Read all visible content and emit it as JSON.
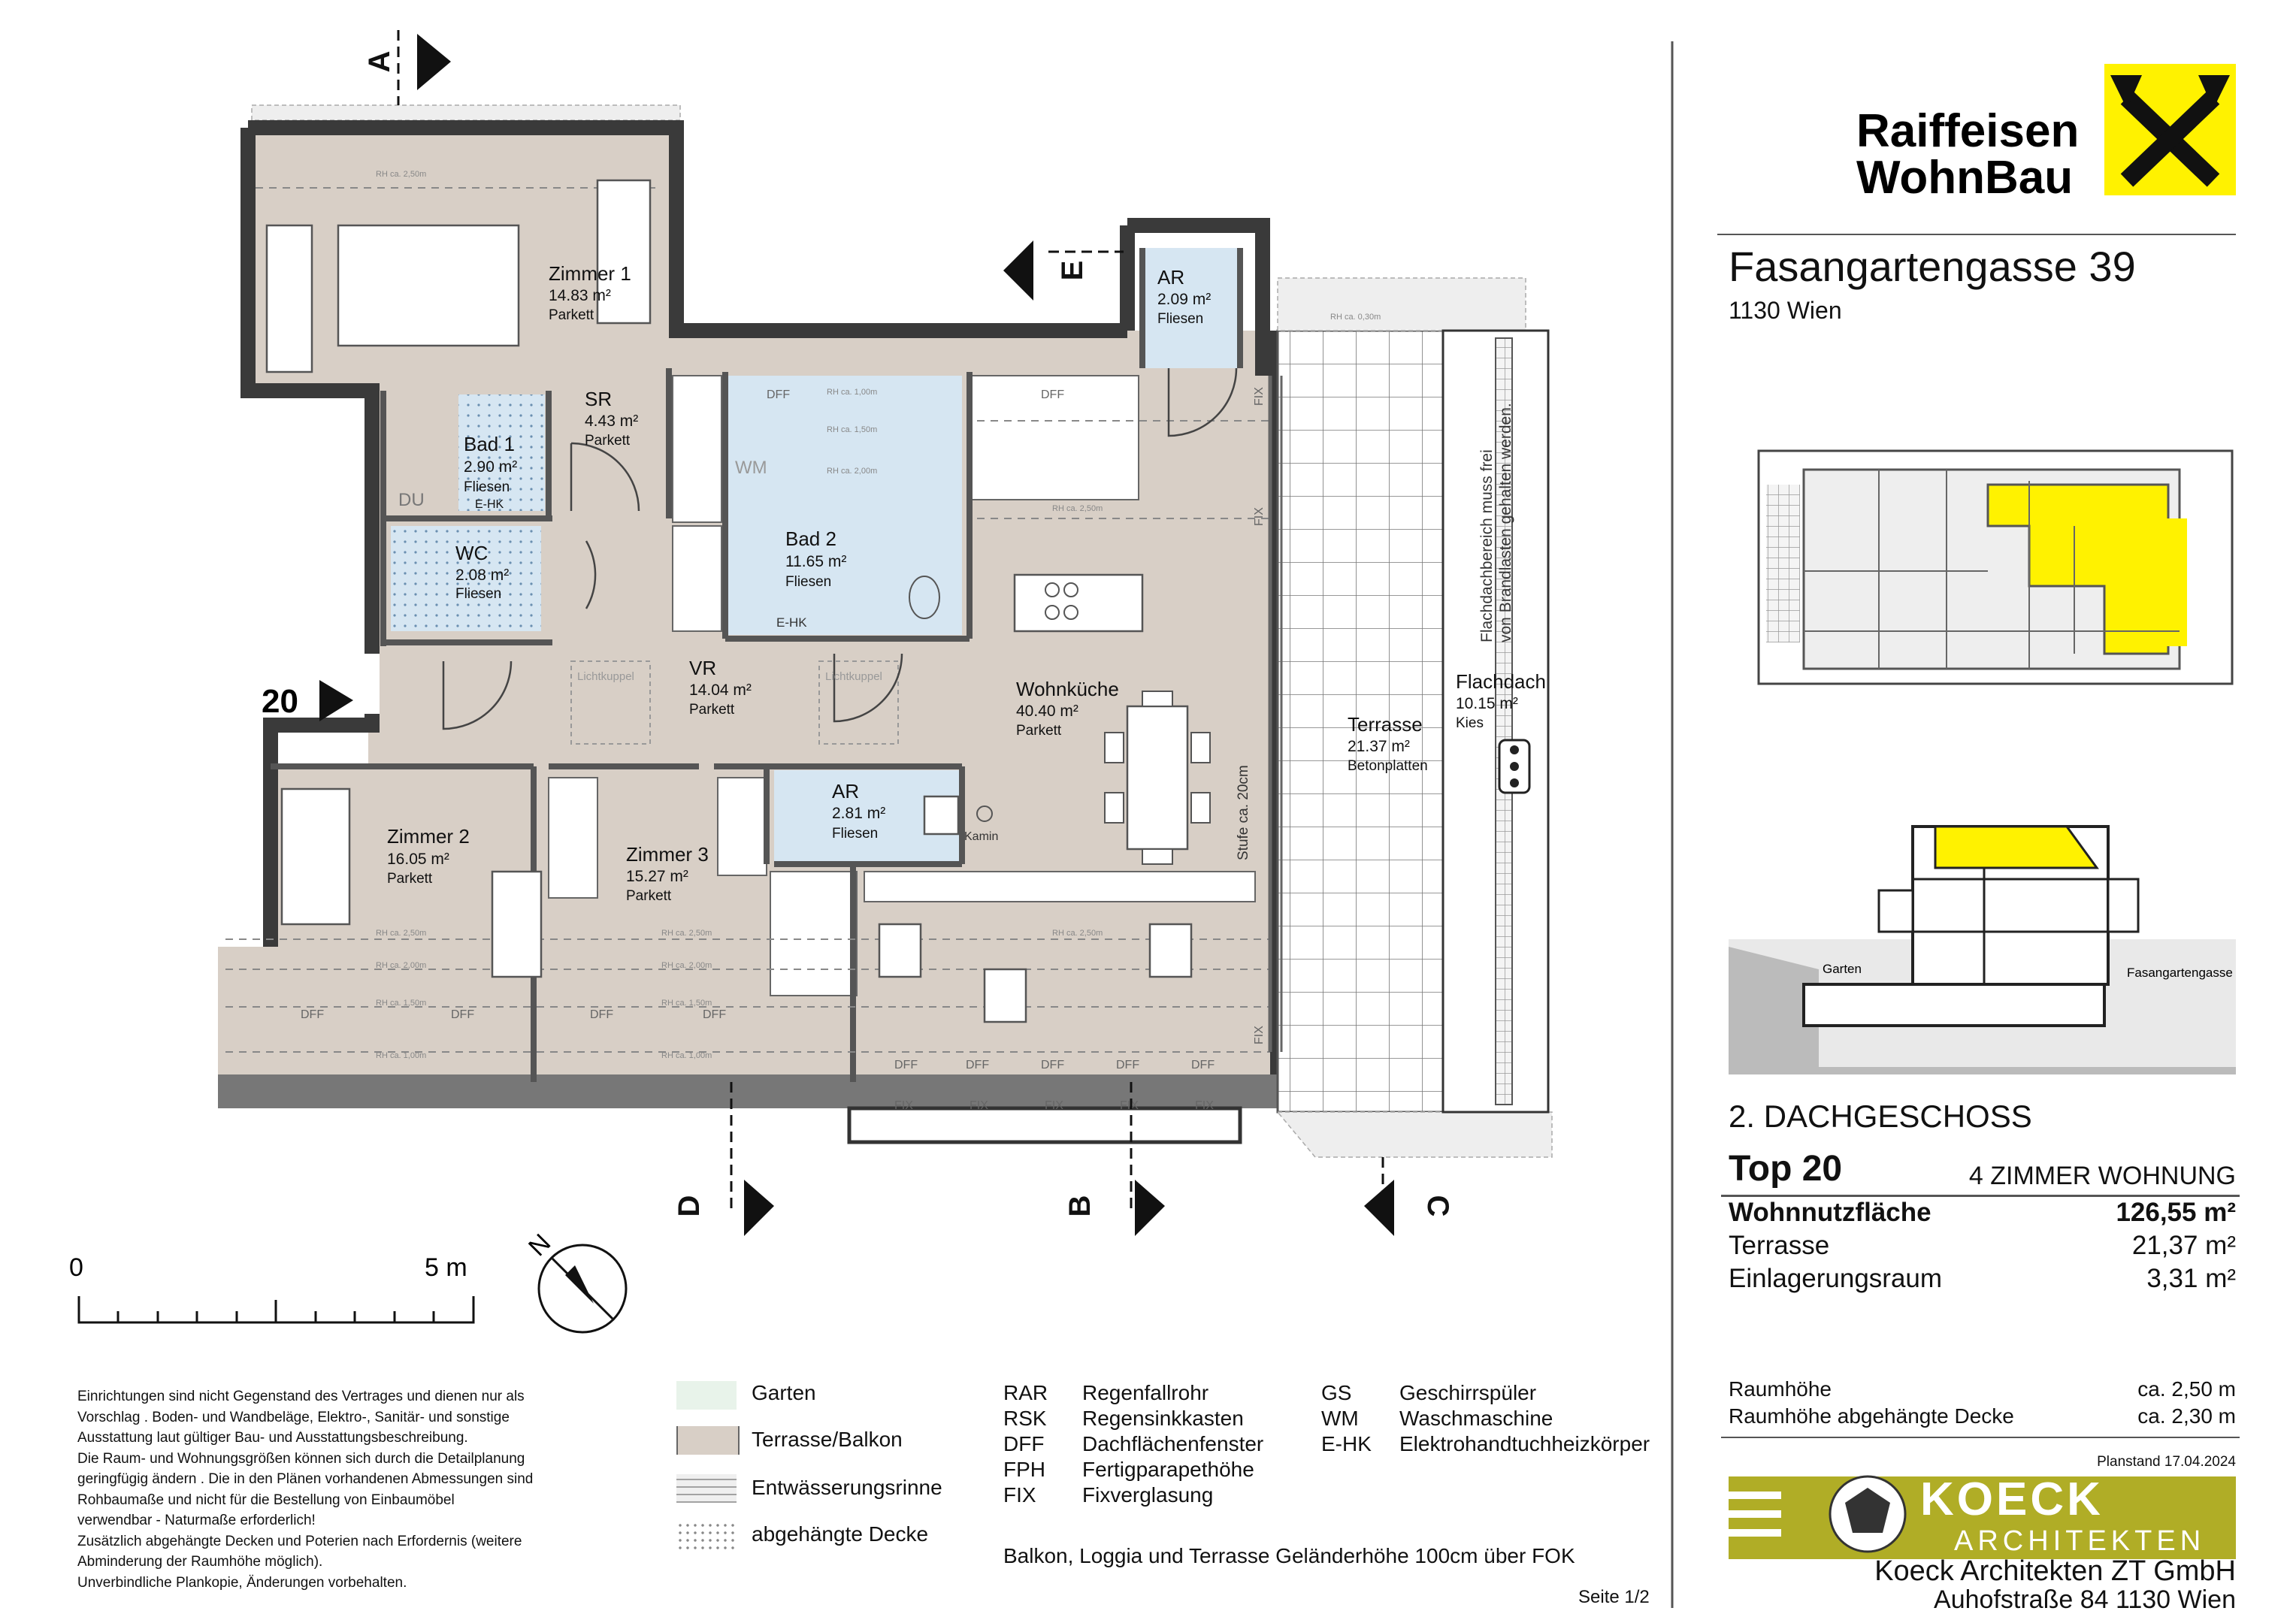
{
  "brand": {
    "name_line1": "Raiffeisen",
    "name_line2": "WohnBau",
    "accent": "#fff200"
  },
  "project": {
    "street": "Fasangartengasse 39",
    "city": "1130 Wien"
  },
  "level": "2. DACHGESCHOSS",
  "unit": {
    "top": "Top 20",
    "type": "4 ZIMMER WOHNUNG"
  },
  "areas": [
    {
      "label": "Wohnnutzfläche",
      "value": "126,55 m²",
      "bold": true
    },
    {
      "label": "Terrasse",
      "value": "21,37 m²"
    },
    {
      "label": "Einlagerungsraum",
      "value": "3,31 m²"
    }
  ],
  "heights": [
    {
      "label": "Raumhöhe",
      "value": "ca. 2,50 m"
    },
    {
      "label": "Raumhöhe abgehängte Decke",
      "value": "ca. 2,30 m"
    }
  ],
  "planstand": "Planstand 17.04.2024",
  "architect": {
    "logo": "KOECK",
    "sub": "ARCHITEKTEN",
    "name": "Koeck Architekten ZT GmbH",
    "address": "Auhofstraße 84 1130 Wien"
  },
  "page": "Seite 1/2",
  "section_labels": {
    "garten": "Garten",
    "street": "Fasangartengasse"
  },
  "rooms": [
    {
      "name": "Zimmer 1",
      "area": "14.83 m²",
      "floor": "Parkett"
    },
    {
      "name": "SR",
      "area": "4.43 m²",
      "floor": "Parkett"
    },
    {
      "name": "Bad 1",
      "area": "2.90 m²",
      "floor": "Fliesen",
      "extra": "E-HK"
    },
    {
      "name": "WC",
      "area": "2.08 m²",
      "floor": "Fliesen"
    },
    {
      "name": "Bad 2",
      "area": "11.65 m²",
      "floor": "Fliesen"
    },
    {
      "name": "AR",
      "area": "2.09 m²",
      "floor": "Fliesen"
    },
    {
      "name": "VR",
      "area": "14.04 m²",
      "floor": "Parkett"
    },
    {
      "name": "Wohnküche",
      "area": "40.40 m²",
      "floor": "Parkett"
    },
    {
      "name": "Zimmer 2",
      "area": "16.05 m²",
      "floor": "Parkett"
    },
    {
      "name": "Zimmer 3",
      "area": "15.27 m²",
      "floor": "Parkett"
    },
    {
      "name": "AR",
      "area": "2.81 m²",
      "floor": "Fliesen"
    },
    {
      "name": "Terrasse",
      "area": "21.37 m²",
      "floor": "Betonplatten"
    },
    {
      "name": "Flachdach",
      "area": "10.15 m²",
      "floor": "Kies"
    }
  ],
  "plan_text": {
    "flachdach_note_1": "Flachdachbereich muss frei",
    "flachdach_note_2": "von Brandlasten gehalten werden.",
    "stufe": "Stufe ca. 20cm",
    "kamin": "Kamin",
    "entrance": "20",
    "du": "DU",
    "wm": "WM",
    "ehk": "E-HK",
    "lichtkuppel": "Lichtkuppel",
    "dff": "DFF",
    "fix": "FIX",
    "rh250": "RH ca. 2,50m",
    "rh200": "RH ca. 2,00m",
    "rh150": "RH ca. 1,50m",
    "rh100": "RH ca. 1,00m",
    "rh030": "RH ca. 0,30m"
  },
  "section_marks": {
    "a": "A",
    "b": "B",
    "c": "C",
    "d": "D",
    "e": "E"
  },
  "scale": {
    "start": "0",
    "end": "5 m"
  },
  "north": "N",
  "legend": [
    {
      "label": "Garten",
      "swatch": "#e8f3ea"
    },
    {
      "label": "Terrasse/Balkon",
      "swatch": "#d8cfc6"
    },
    {
      "label": "Entwässerungsrinne",
      "swatch": "#bdbdbd"
    },
    {
      "label": "abgehängte Decke",
      "swatch": "dots"
    }
  ],
  "abbreviations_1": [
    {
      "code": "RAR",
      "text": "Regenfallrohr"
    },
    {
      "code": "RSK",
      "text": "Regensinkkasten"
    },
    {
      "code": "DFF",
      "text": "Dachflächenfenster"
    },
    {
      "code": "FPH",
      "text": "Fertigparapethöhe"
    },
    {
      "code": "FIX",
      "text": "Fixverglasung"
    }
  ],
  "abbreviations_2": [
    {
      "code": "GS",
      "text": "Geschirrspüler"
    },
    {
      "code": "WM",
      "text": "Waschmaschine"
    },
    {
      "code": "E-HK",
      "text": "Elektrohandtuchheizkörper"
    }
  ],
  "railing_note": "Balkon,  Loggia und Terrasse Geländerhöhe 100cm über FOK",
  "notes": [
    "Einrichtungen sind nicht Gegenstand des Vertrages und dienen nur als",
    "Vorschlag . Boden- und Wandbeläge, Elektro-, Sanitär- und sonstige",
    "Ausstattung laut gültiger Bau- und Ausstattungsbeschreibung.",
    "Die Raum- und Wohnungsgrößen können sich durch die Detailplanung",
    "geringfügig ändern . Die in den Plänen vorhandenen Abmessungen sind",
    "Rohbaumaße  und  nicht  für  die  Bestellung  von  Einbaumöbel",
    "verwendbar - Naturmaße erforderlich!",
    "Zusätzlich abgehängte Decken und Poterien nach Erfordernis (weitere",
    "Abminderung der Raumhöhe möglich).",
    "Unverbindliche Plankopie, Änderungen vorbehalten."
  ]
}
